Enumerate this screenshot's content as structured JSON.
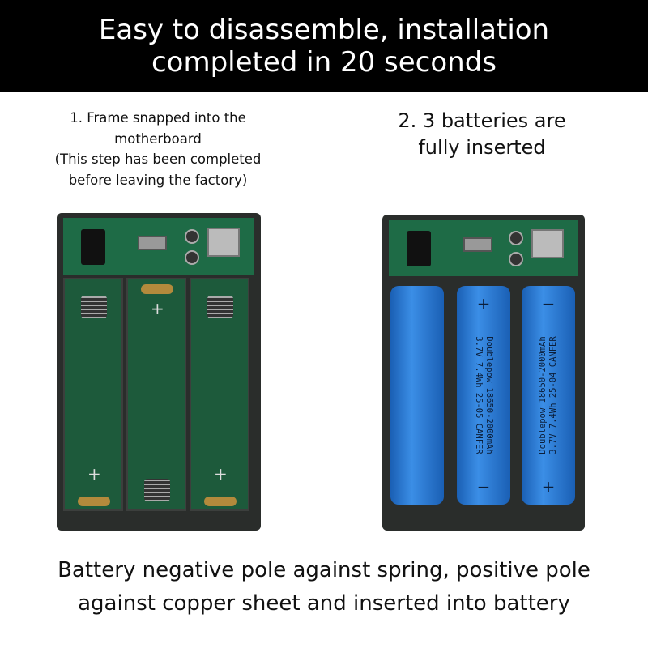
{
  "header": {
    "line1": "Easy to disassemble, installation",
    "line2": "completed in 20 seconds"
  },
  "step1": {
    "line1": "1. Frame snapped into the",
    "line2": "motherboard",
    "line3": "(This step has been completed",
    "line4": "before leaving the factory)"
  },
  "step2": {
    "line1": "2. 3 batteries are",
    "line2": "fully inserted"
  },
  "footer": {
    "line1": "Battery negative pole against spring, positive pole",
    "line2": "against copper sheet and inserted into battery"
  },
  "batteries": [
    {
      "line1": "Doublepow 18650-2000mAh",
      "line2": "3.7V 7.4Wh 25-05 CANFER",
      "plus": "+",
      "minus": "−"
    },
    {
      "line1": "Doublepow 18650-2000mAh",
      "line2": "3.7V 7.4Wh 25-04 CANFER",
      "plus": "+",
      "minus": "−"
    }
  ],
  "colors": {
    "header_bg": "#000000",
    "battery": "#2a7dd4",
    "pcb": "#1e6b46"
  }
}
